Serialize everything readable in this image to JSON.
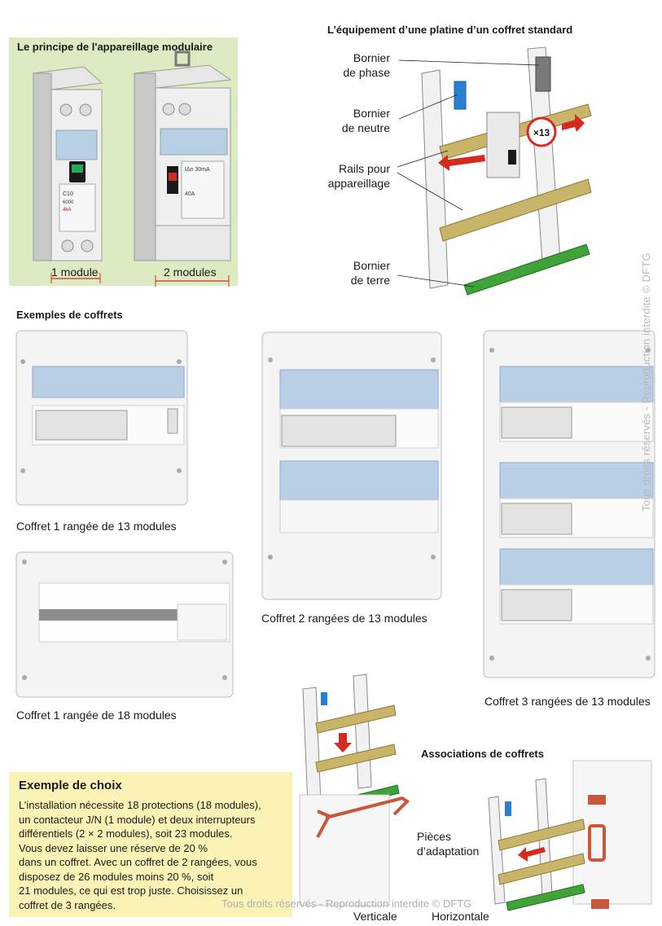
{
  "principle": {
    "title": "Le principe de l'appareillage modulaire",
    "module1_label": "1 module",
    "module2_label": "2 modules",
    "breaker_text": [
      "C10",
      "6000",
      "4kA"
    ],
    "rcd_text": [
      "IΔn 30mA",
      "40A"
    ]
  },
  "platine": {
    "title": "L’équipement d’une platine d’un coffret standard",
    "labels": {
      "phase": "Bornier\nde phase",
      "neutre": "Bornier\nde neutre",
      "rails": "Rails pour\nappareillage",
      "terre": "Bornier\nde terre"
    },
    "multiplier": "×13"
  },
  "examples": {
    "title": "Exemples de coffrets",
    "captions": {
      "c1x13": "Coffret 1 rangée de 13 modules",
      "c1x18": "Coffret 1 rangée de 18 modules",
      "c2x13": "Coffret 2 rangées de 13 modules",
      "c3x13": "Coffret 3 rangées de 13 modules"
    }
  },
  "associations": {
    "title": "Associations de coffrets",
    "adaptation_label": "Pièces\nd’adaptation",
    "verticale": "Verticale",
    "horizontale": "Horizontale"
  },
  "choix": {
    "title": "Exemple de choix",
    "lines": [
      "L’installation nécessite 18 protections (18 modules),",
      "un contacteur J/N (1 module) et deux interrupteurs",
      "différentiels (2 × 2 modules), soit 23 modules.",
      "Vous devez laisser une réserve de 20 %",
      "dans un coffret. Avec un coffret de 2 rangées, vous",
      "disposez de 26 modules moins 20 %, soit",
      "21 modules, ce qui est trop juste. Choisissez un",
      "coffret de 3 rangées."
    ]
  },
  "watermark": {
    "vertical": "Tous droits réservés - Reproduction interdite © DFTG",
    "horizontal": "Tous droits réservés - Reproduction interdite © DFTG"
  },
  "colors": {
    "green_panel": "#dcebc2",
    "yellow_panel": "#fbf3b5",
    "rail": "#c9b56a",
    "arrow_red": "#d52b1e",
    "window_blue": "#b9cfe6",
    "terre_green": "#3fa33a",
    "neutre_blue": "#2b7fd1"
  }
}
